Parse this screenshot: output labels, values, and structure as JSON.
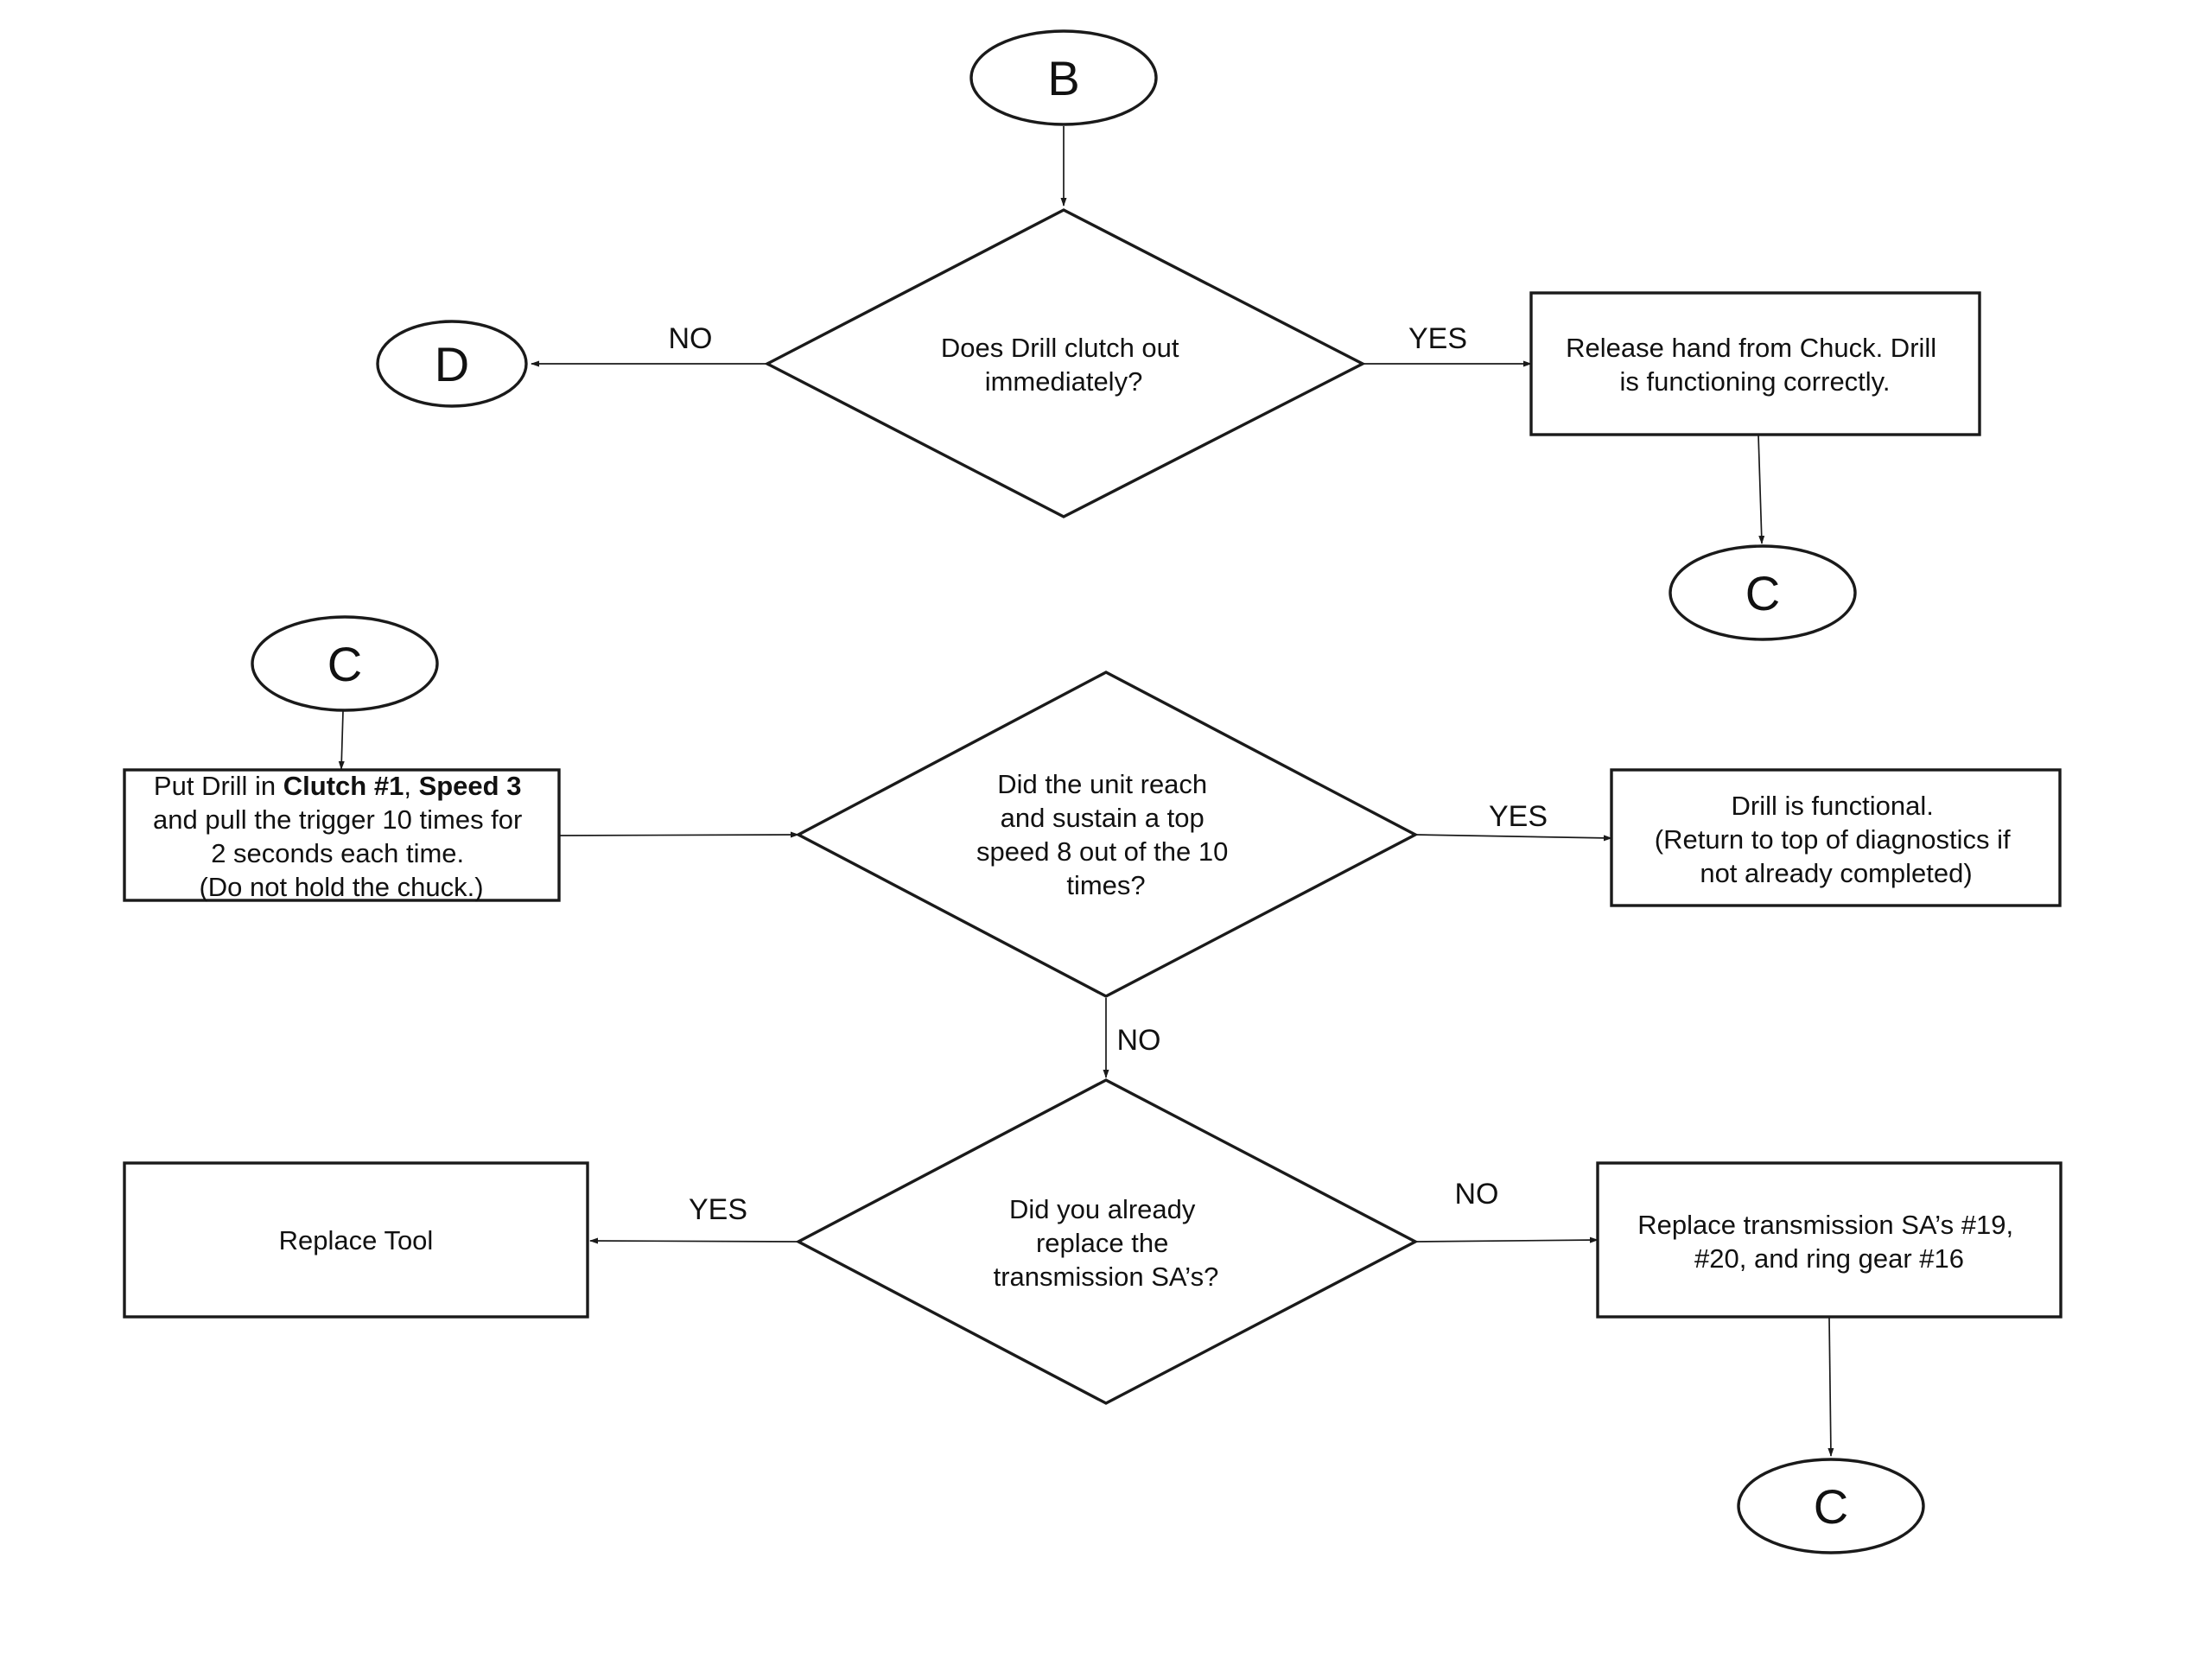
{
  "connectors": {
    "b_top": "B",
    "d_left": "D",
    "c_after_release": "C",
    "c_start": "C",
    "c_end": "C"
  },
  "decisions": {
    "clutch_out": [
      "Does Drill clutch out",
      "immediately?"
    ],
    "top_speed": [
      "Did the unit reach",
      "and sustain a top",
      "speed 8 out of the 10",
      "times?"
    ],
    "already_replaced": [
      "Did you already",
      "replace the",
      "transmission SA’s?"
    ]
  },
  "processes": {
    "release": [
      "Release hand from Chuck.  Drill",
      "is functioning correctly."
    ],
    "put_drill": {
      "line1_a": "Put Drill in ",
      "line1_b": "Clutch #1",
      "line1_c": ", ",
      "line1_d": "Speed 3",
      "line2": "and pull the trigger 10 times for",
      "line3": "2 seconds each time.",
      "line4": "(Do not hold the chuck.)"
    },
    "functional": [
      "Drill is functional.",
      "(Return to top of diagnostics if",
      "not already completed)"
    ],
    "replace_tool": [
      "Replace Tool"
    ],
    "replace_transmission": [
      "Replace transmission SA’s #19,",
      "#20, and ring gear #16"
    ]
  },
  "edge_labels": {
    "clutch_no": "NO",
    "clutch_yes": "YES",
    "speed_yes": "YES",
    "speed_no": "NO",
    "replaced_yes": "YES",
    "replaced_no": "NO"
  }
}
